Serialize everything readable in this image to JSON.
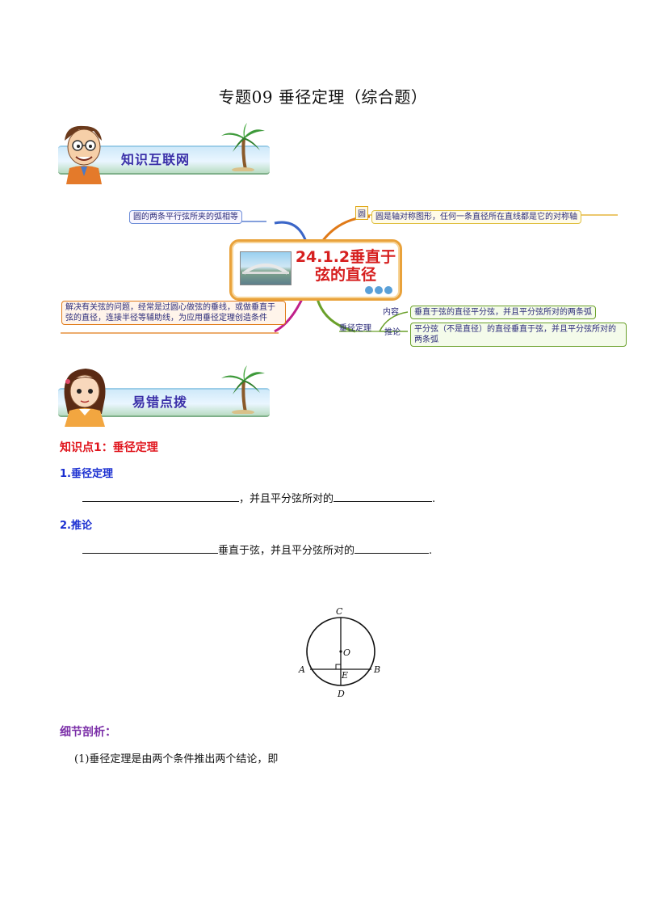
{
  "document": {
    "title": "专题09  垂径定理（综合题）"
  },
  "banners": {
    "knowledge_network": "知识互联网",
    "error_tips": "易错点拨"
  },
  "mindmap": {
    "center_title": "24.1.2垂直于弦的直径",
    "top_left": "圆的两条平行弦所夹的弧相等",
    "top_right_tag": "圆",
    "top_right": "圆是轴对称图形，任何一条直径所在直线都是它的对称轴",
    "bottom_left": "解决有关弦的问题，经常是过圆心做弦的垂线，或做垂直于弦的直径，连接半径等辅助线，为应用垂径定理创造条件",
    "theorem_tag": "垂径定理",
    "content_tag": "内容",
    "content_text": "垂直于弦的直径平分弦，并且平分弦所对的两条弧",
    "corollary_tag": "推论",
    "corollary_text": "平分弦（不是直径）的直径垂直于弦，并且平分弦所对的两条弧"
  },
  "knowledge_point": {
    "heading": "知识点1：垂径定理",
    "item1_title": "1.垂径定理",
    "item1_mid": "，并且平分弦所对的",
    "item1_end": ".",
    "item2_title": "2.推论",
    "item2_mid": "垂直于弦，并且平分弦所对的",
    "item2_end": "."
  },
  "figure": {
    "label_c": "C",
    "label_o": "O",
    "label_a": "A",
    "label_e": "E",
    "label_b": "B",
    "label_d": "D"
  },
  "detail": {
    "heading": "细节剖析：",
    "text": "(1)垂径定理是由两个条件推出两个结论，即"
  },
  "colors": {
    "kp_heading": "#e0141c",
    "sub_heading": "#1b2fd1",
    "detail_heading": "#7b2fa8",
    "center_border": "#e9a23b",
    "center_title": "#d61f1f"
  }
}
